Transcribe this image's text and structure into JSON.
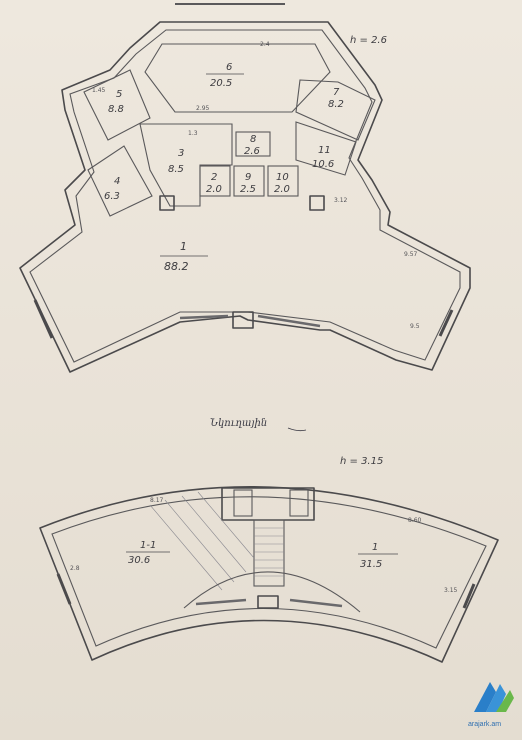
{
  "upper_plan": {
    "height_note": "h = 2.6",
    "rooms": [
      {
        "num": "6",
        "area": "20.5"
      },
      {
        "num": "5",
        "area": "8.8"
      },
      {
        "num": "3",
        "area": "8.5"
      },
      {
        "num": "4",
        "area": "6.3"
      },
      {
        "num": "8",
        "area": "2.6"
      },
      {
        "num": "7",
        "area": "8.2"
      },
      {
        "num": "11",
        "area": "10.6"
      },
      {
        "num": "2",
        "area": "2.0"
      },
      {
        "num": "9",
        "area": "2.5"
      },
      {
        "num": "10",
        "area": "2.0"
      },
      {
        "num": "1",
        "area": "88.2"
      }
    ],
    "dims": [
      "1.45",
      "2.95",
      "1.3",
      "3.12",
      "9.57",
      "9.5",
      "2.4"
    ]
  },
  "caption": "Նկուղային",
  "lower_plan": {
    "height_note": "h = 3.15",
    "rooms": [
      {
        "num": "1-1",
        "area": "30.6"
      },
      {
        "num": "1",
        "area": "31.5"
      }
    ],
    "dims": [
      "8.17",
      "8.60",
      "3.15",
      "2.8"
    ]
  },
  "logo": {
    "text": "arajark.am",
    "colors": [
      "#2a7fc9",
      "#69b84a"
    ]
  }
}
